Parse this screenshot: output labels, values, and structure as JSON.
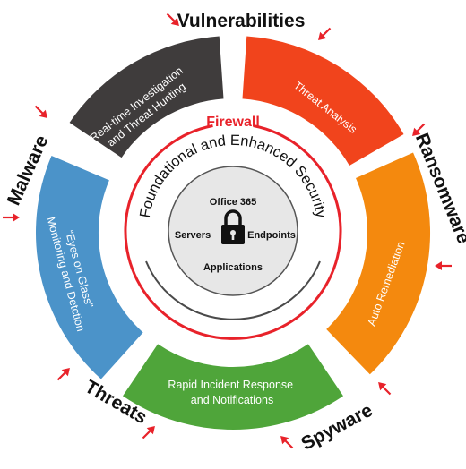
{
  "colors": {
    "dark": "#3f3c3c",
    "red": "#f1441c",
    "orange": "#f4890e",
    "green": "#4fa53a",
    "blue": "#4b93c9",
    "accent": "#e8222a",
    "core_fill": "#e7e7e7"
  },
  "core": {
    "top": "Office 365",
    "left": "Servers",
    "right": "Endpoints",
    "bottom": "Applications",
    "icon": "padlock-icon"
  },
  "firewall": {
    "label": "Firewall",
    "subtitle": "Foundational and Enhanced Security"
  },
  "segments": [
    {
      "id": "realtime",
      "line1": "Real-time Investigation",
      "line2": "and Threat Hunting"
    },
    {
      "id": "analysis",
      "line1": "Threat Analysis",
      "line2": ""
    },
    {
      "id": "remediation",
      "line1": "Auto Remediation",
      "line2": ""
    },
    {
      "id": "response",
      "line1": "Rapid Incident Response",
      "line2": "and Notifications"
    },
    {
      "id": "monitoring",
      "line1": "“Eyes on Glass”",
      "line2": "Monitoring and Detction"
    }
  ],
  "threats": [
    {
      "id": "vulnerabilities",
      "label": "Vulnerabilities"
    },
    {
      "id": "ransomware",
      "label": "Ransomware"
    },
    {
      "id": "spyware",
      "label": "Spyware"
    },
    {
      "id": "threats",
      "label": "Threats"
    },
    {
      "id": "malware",
      "label": "Malware"
    }
  ]
}
